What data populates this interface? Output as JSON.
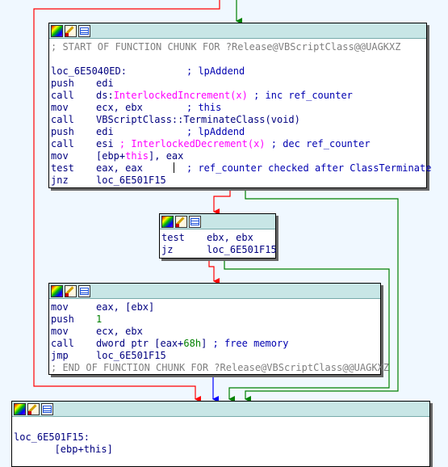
{
  "colors": {
    "background": "#f0f8ff",
    "node_header": "#c8e6e6",
    "edge_false": "#ff0000",
    "edge_true": "#008000",
    "edge_jump": "#0000ff",
    "code_text": "#00007f",
    "comment": "#7f7f7f",
    "immediate": "#008000",
    "import_name": "#ff00ff"
  },
  "toolbar_icons": [
    "color-palette-icon",
    "rename-icon",
    "graph-overview-icon"
  ],
  "node1": {
    "chunk_start": "; START OF FUNCTION CHUNK FOR ?Release@VBScriptClass@@UAGKXZ",
    "l1_label": "loc_6E5040ED:",
    "l1_comment": "; lpAddend",
    "l2_mnem": "push",
    "l2_op": "edi",
    "l3_mnem": "call",
    "l3_op_a": "ds:",
    "l3_op_b": "InterlockedIncrement(x)",
    "l3_comment": " ; inc ref_counter",
    "l4_mnem": "mov",
    "l4_op": "ecx, ebx",
    "l4_comment": "; this",
    "l5_mnem": "call",
    "l5_op": "VBScriptClass::TerminateClass(void)",
    "l6_mnem": "push",
    "l6_op": "edi",
    "l6_comment": "; lpAddend",
    "l7_mnem": "call",
    "l7_op_a": "esi ",
    "l7_op_b": "; InterlockedDecrement(x)",
    "l7_comment": " ; dec ref_counter",
    "l8_mnem": "mov",
    "l8_op_a": "[ebp+",
    "l8_op_b": "this",
    "l8_op_c": "], eax",
    "l9_mnem": "test",
    "l9_op": "eax, eax",
    "l9_comment": "; ref_counter checked after ClassTerminate",
    "l10_mnem": "jnz",
    "l10_op": "loc_6E501F15"
  },
  "node2": {
    "l1_mnem": "test",
    "l1_op": "ebx, ebx",
    "l2_mnem": "jz",
    "l2_op": "loc_6E501F15"
  },
  "node3": {
    "l1_mnem": "mov",
    "l1_op": "eax, [ebx]",
    "l2_mnem": "push",
    "l2_op": "1",
    "l3_mnem": "mov",
    "l3_op": "ecx, ebx",
    "l4_mnem": "call",
    "l4_op_a": "dword ptr [eax+",
    "l4_op_b": "68h",
    "l4_op_c": "]",
    "l4_comment": " ; free memory",
    "l5_mnem": "jmp",
    "l5_op": "loc_6E501F15",
    "chunk_end": "; END OF FUNCTION CHUNK FOR ?Release@VBScriptClass@@UAGKXZ"
  },
  "node4": {
    "l1_label": "loc_6E501F15:",
    "l2_partial": "       [ebp+this]"
  }
}
